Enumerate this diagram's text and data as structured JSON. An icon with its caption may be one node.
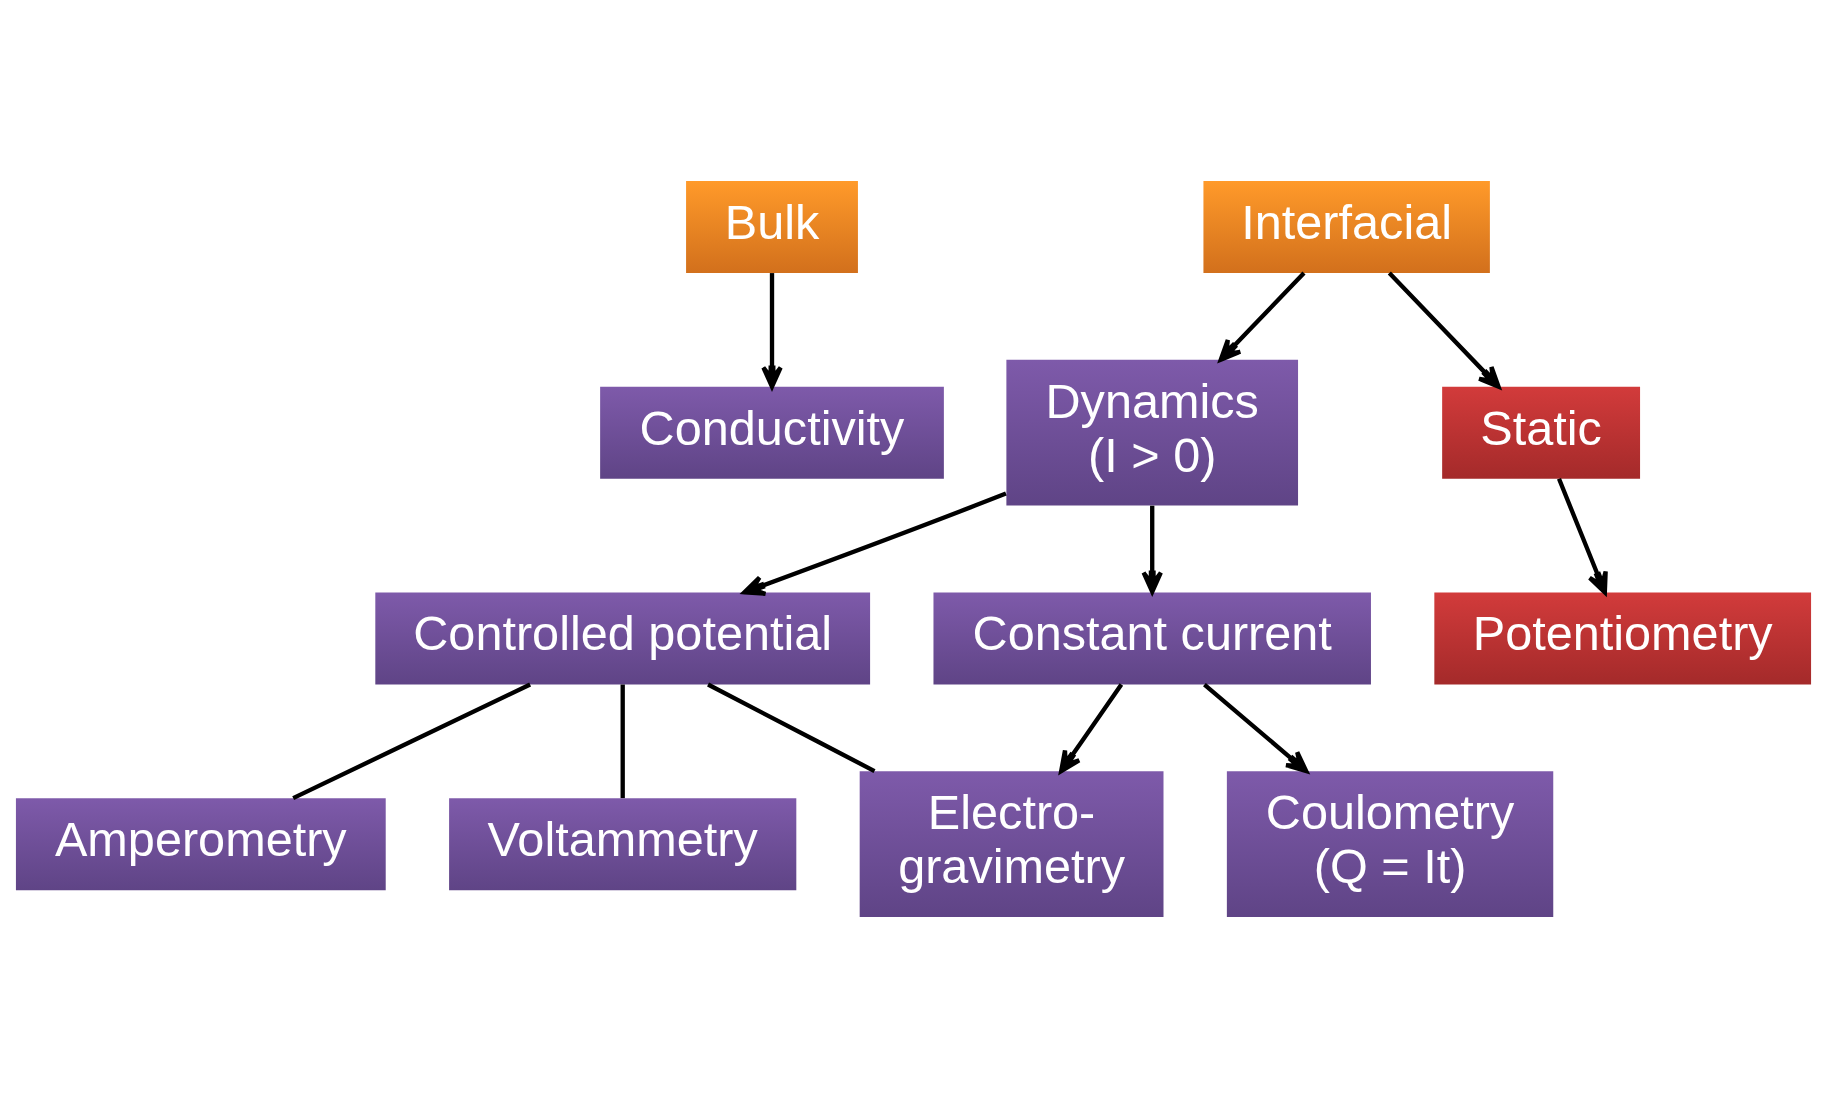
{
  "diagram": {
    "nodes": [
      {
        "text": [
          "Bulk"
        ]
      },
      {
        "text": [
          "Conductivity"
        ]
      },
      {
        "text": [
          "Interfacial"
        ]
      },
      {
        "text": [
          "Dynamics (I > 0)"
        ]
      },
      {
        "text": [
          "Static"
        ]
      },
      {
        "text": [
          "Potentiometry"
        ]
      },
      {
        "text": [
          "Controlled potential"
        ]
      },
      {
        "text": [
          "Constant current"
        ]
      },
      {
        "text": [
          "Amperometry"
        ]
      },
      {
        "text": [
          "Electro- gravimetry"
        ]
      },
      {
        "text": [
          "Coulometry (Q = It)"
        ]
      },
      {
        "text": [
          "Voltammetry"
        ]
      }
    ],
    "edges": [
      {
        "from": 0,
        "to": 1,
        "arrow": "to"
      },
      {
        "from": 2,
        "to": 3,
        "arrow": "to"
      },
      {
        "from": 2,
        "to": 4,
        "arrow": "to"
      },
      {
        "from": 4,
        "to": 5,
        "arrow": "to"
      },
      {
        "from": 3,
        "to": 6,
        "arrow": "to"
      },
      {
        "from": 3,
        "to": 7,
        "arrow": "to"
      },
      {
        "from": 6,
        "to": 11,
        "arrow": "none"
      },
      {
        "from": 6,
        "to": 8,
        "arrow": "none"
      },
      {
        "from": 6,
        "to": 9,
        "arrow": "none"
      },
      {
        "from": 7,
        "to": 9,
        "arrow": "to"
      },
      {
        "from": 7,
        "to": 10,
        "arrow": "to"
      }
    ]
  }
}
